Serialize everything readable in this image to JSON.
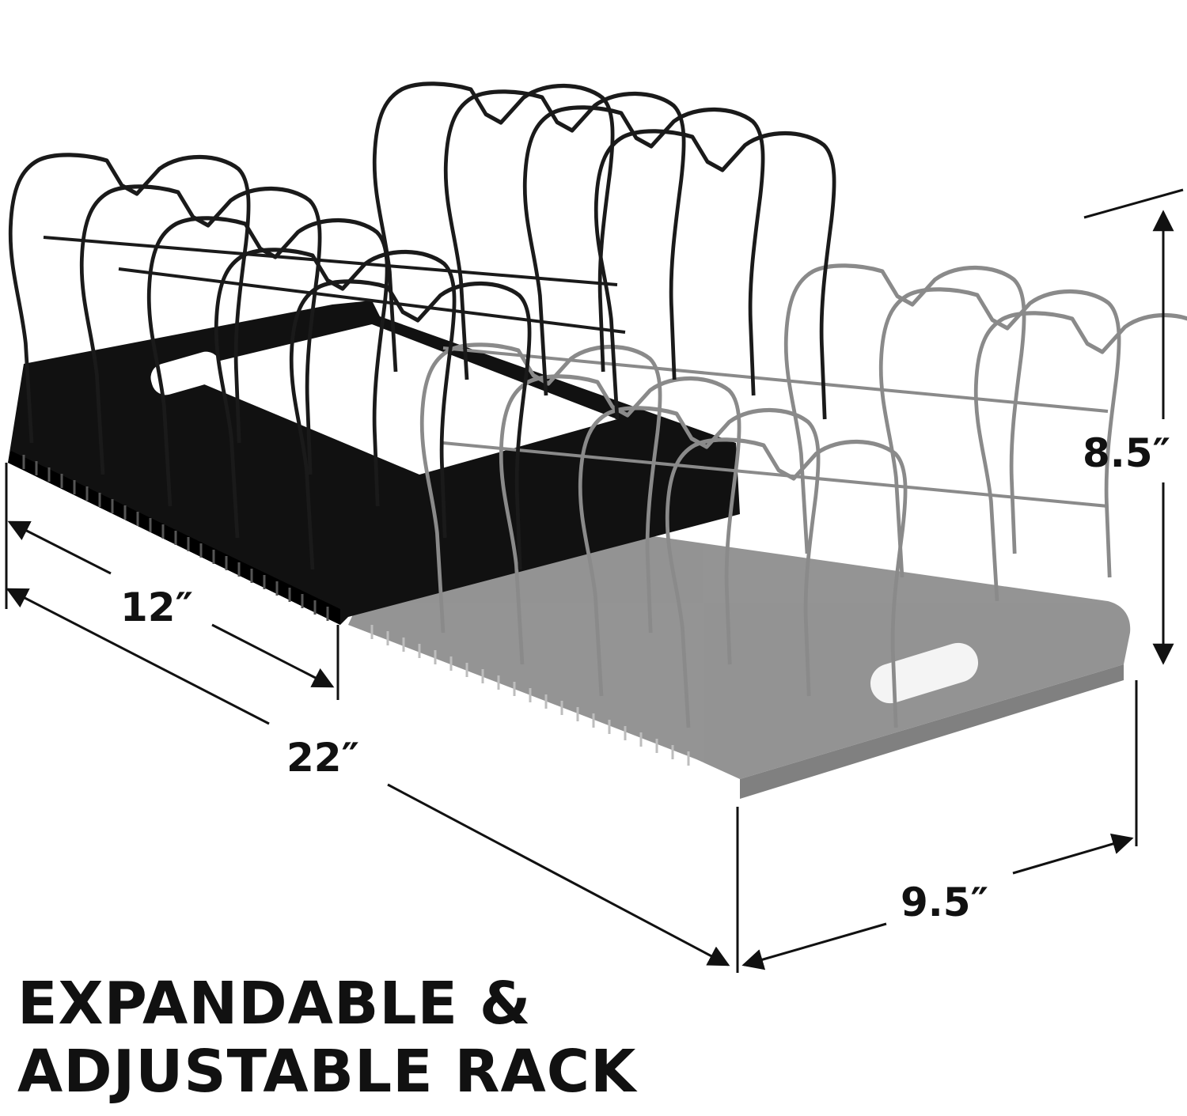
{
  "product": {
    "icon": "expandable-pot-lid-rack",
    "colors": {
      "rack_dark": "#111111",
      "rack_extended": "#8a8a8a",
      "base_extended": "#8e8e8e",
      "dimension_line": "#111111",
      "background": "#ffffff"
    }
  },
  "dimensions": {
    "collapsed_length": "12″",
    "expanded_length": "22″",
    "width": "9.5″",
    "height": "8.5″"
  },
  "headline": {
    "line1": "EXPANDABLE &",
    "line2": "ADJUSTABLE RACK"
  }
}
